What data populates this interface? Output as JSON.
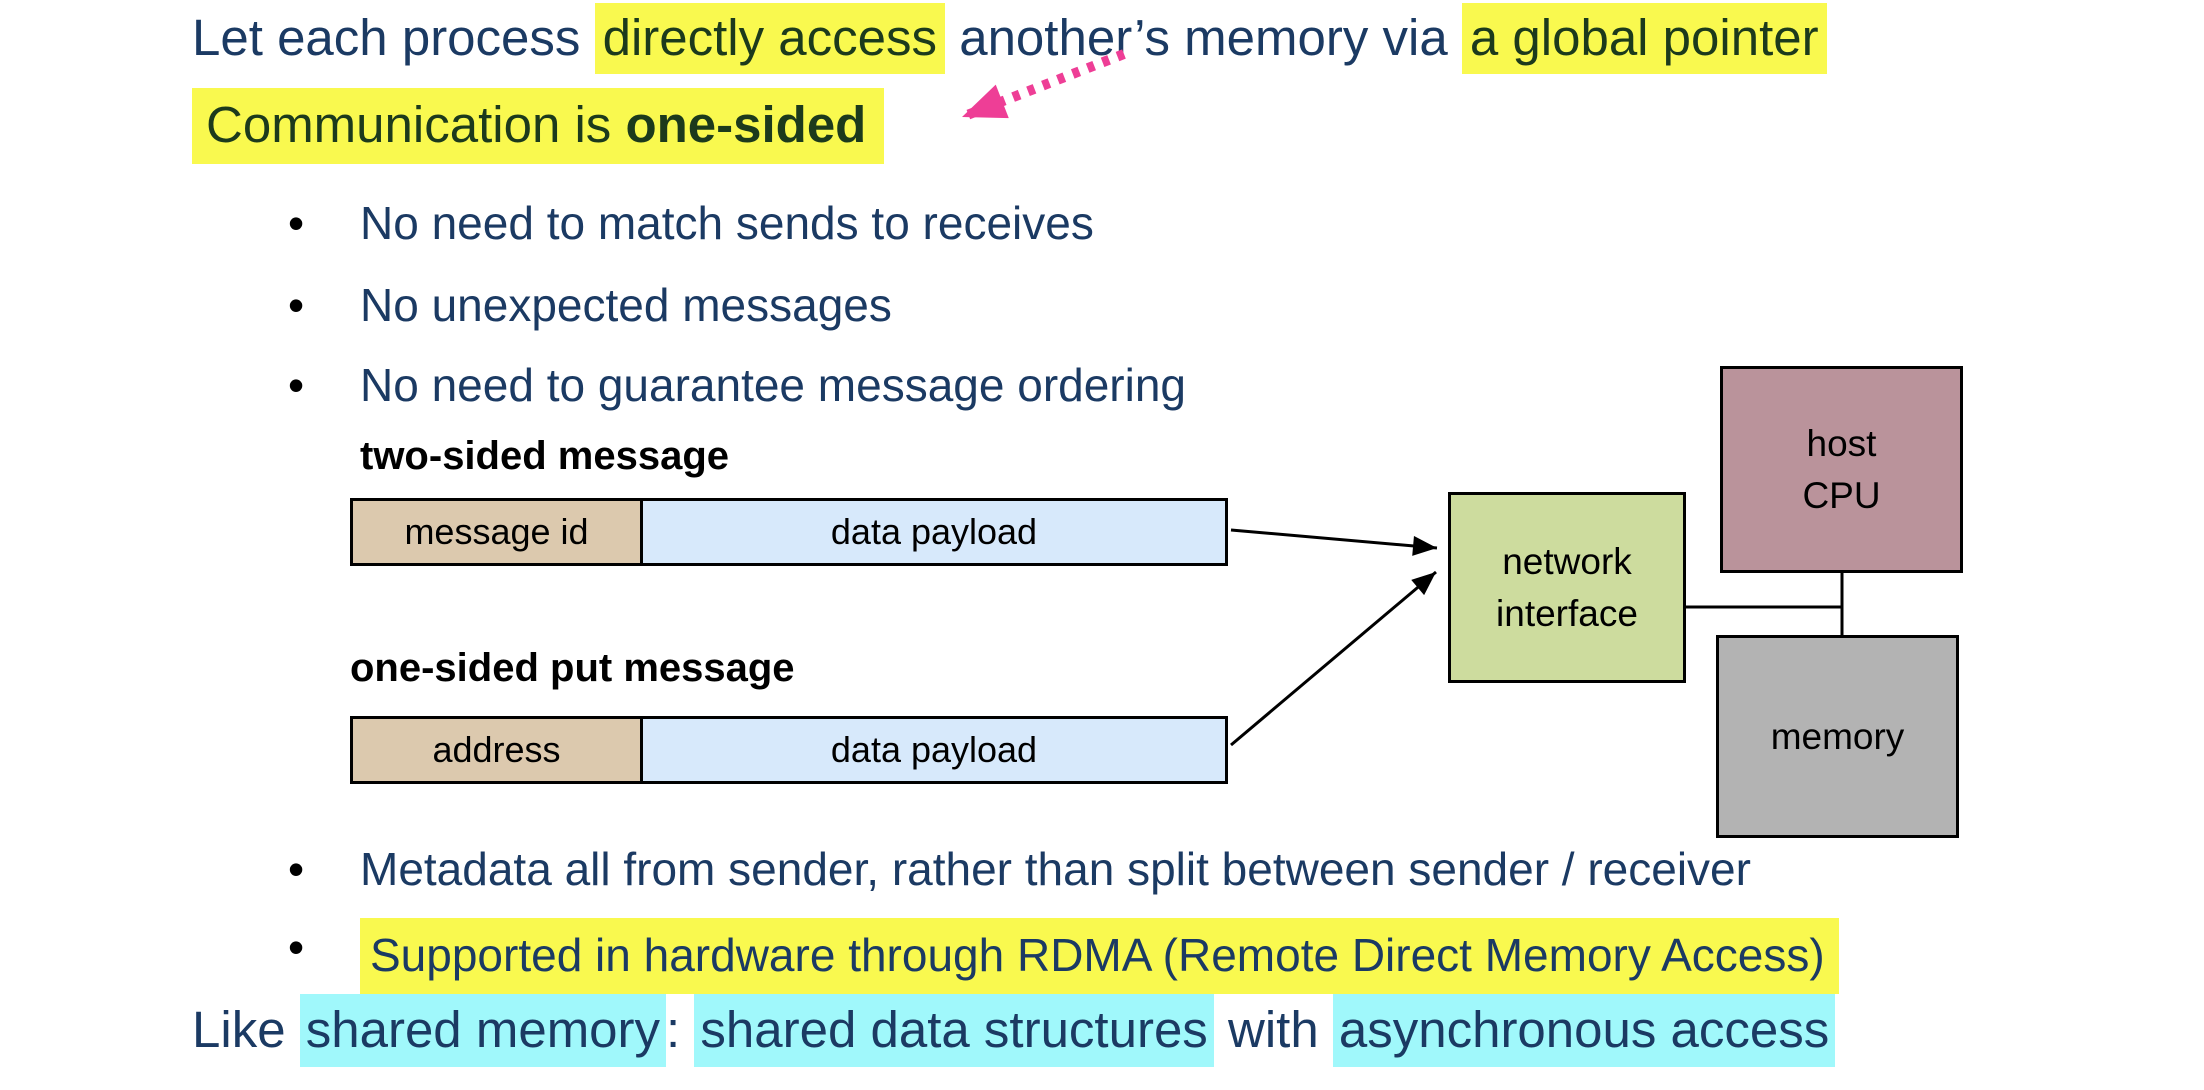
{
  "colors": {
    "navy_text": "#1b3a63",
    "yellow_highlight": "#f9f94f",
    "green_highlight_text": "#1c3a1c",
    "cyan_highlight": "#a0f8fb",
    "pink_arrow": "#ee3e96",
    "message_id_cell": "#dcc9ae",
    "data_payload_cell": "#d7e9fb",
    "network_interface_box": "#cddc9e",
    "host_cpu_box": "#ba939b",
    "memory_box": "#b3b3b3"
  },
  "heading": {
    "segments": [
      {
        "text": "Let each process ",
        "highlight": "none"
      },
      {
        "text": "directly access",
        "highlight": "yellow"
      },
      {
        "text": " another’s memory via ",
        "highlight": "none"
      },
      {
        "text": "a global pointer",
        "highlight": "yellow"
      }
    ]
  },
  "subheading": {
    "prefix": "Communication is ",
    "bold_text": "one-sided"
  },
  "bullet_marker": "•",
  "bullets_top": [
    "No need to match sends to receives",
    "No unexpected messages",
    "No need to guarantee message ordering"
  ],
  "diagram": {
    "two_sided_label": "two-sided message",
    "two_sided_bar": {
      "field1": "message id",
      "field2": "data payload"
    },
    "one_sided_label": "one-sided put message",
    "one_sided_bar": {
      "field1": "address",
      "field2": "data payload"
    },
    "network_interface": {
      "line1": "network",
      "line2": "interface"
    },
    "host_cpu": {
      "line1": "host",
      "line2": "CPU"
    },
    "memory_label": "memory"
  },
  "bullets_bottom": [
    {
      "text": "Metadata all from sender, rather than split between sender / receiver",
      "highlight": "none"
    },
    {
      "text": "Supported in hardware through RDMA (Remote Direct Memory Access)",
      "highlight": "yellow"
    }
  ],
  "footer": {
    "segments": [
      {
        "text": "Like ",
        "highlight": "none"
      },
      {
        "text": "shared memory",
        "highlight": "cyan"
      },
      {
        "text": ": ",
        "highlight": "none"
      },
      {
        "text": "shared data structures",
        "highlight": "cyan"
      },
      {
        "text": " with ",
        "highlight": "none"
      },
      {
        "text": "asynchronous access",
        "highlight": "cyan"
      }
    ]
  }
}
